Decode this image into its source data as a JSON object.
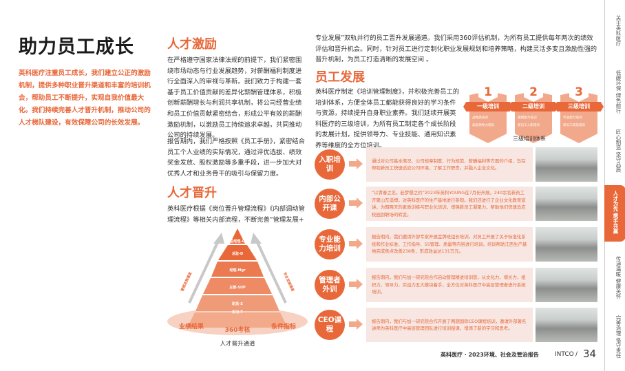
{
  "left": {
    "title": "助力员工成长",
    "intro": "英科医疗注重员工成长，我们建立公正的激励机制，提供多种职业晋升渠道和丰富的培训机会，帮助员工不断提升，实现自我价值最大化。我们持续完善人才晋升机制，推动公司的人才梯队建设，有效保障公司的长效发展。"
  },
  "incentive": {
    "heading": "人才激励",
    "p1": "在严格遵守国家法律法规的前提下，我们紧密围绕市场动态与行业发展趋势，对薪酬福利制度进行全面深入的审视与革新。我们致力于构建一套基于员工价值贡献的差异化薪酬管理体系，积极创新薪酬增长与利润共享机制，将公司经营业绩和员工价值贡献紧密结合，形成公平有效的薪酬激励机制，以激励员工持续追求卓越，共同推动公司的持续发展。",
    "p2": "报告期内，我们严格按照《员工手册》，紧密结合员工个人业绩的实际情况，通过评优选拔、绩效奖金发放、股权激励等多重手段，进一步加大对优秀人才和业务骨干的吸引与保留力度。"
  },
  "promotion": {
    "heading": "人才晋升",
    "p1": "英科医疗根据《岗位晋升管理流程》《内部调动管理流程》等相关内部流程，不断完善“管理发展+",
    "p1_cont": "专业发展”双轨并行的员工晋升发展通道。我们采用360评估机制，为所有员工提供每年两次的绩效评估和晋升机会。同时，针对员工进行定制化职业发展规划和培养策略，构建灵活多变且激励性强的晋升机制，为员工打造清晰的发展空间 。",
    "pyramid": {
      "levels": [
        "总经理-G",
        "总监-D",
        "经理-Mgr",
        "主管-SUP",
        "职员-S",
        "实习-T"
      ],
      "left_arrow": "管理发展通道",
      "right_arrow": "专业发展通道",
      "base": [
        "业绩结果",
        "360考核",
        "条件指标"
      ],
      "caption": "人才晋升通道"
    }
  },
  "development": {
    "heading": "员工发展",
    "p1": "英科医疗制定《培训管理制度》，并积极完善员工的培训体系，方便全体员工都能获得良好的学习条件与资源，持续提升自身职业素养。我们延续开展英科医疗的三级培训，为所有员工制定各个成长阶段的发展计划，提供领导力、专业技能、通用知识素养等维度的全方位培训。",
    "levels": [
      {
        "num": "1",
        "name": "一级培训",
        "items": [
          "战略类培训",
          "高层领导力培训"
        ]
      },
      {
        "num": "2",
        "name": "二级培训",
        "items": [
          "通用能力培训",
          "新员工入职培训"
        ]
      },
      {
        "num": "3",
        "name": "三级培训",
        "items": [
          "专业能力培训",
          "新员工岗前培训"
        ]
      }
    ],
    "levels_caption": "三级培训体系",
    "programs": [
      {
        "name": "入职培训",
        "text": "通过对公司基本情况、公司规章制度、行为规范、薪酬福利等方面的介绍，旨在帮助新员工快速适应公司环境，了解工作职责，并融入企业文化。"
      },
      {
        "name": "内部公开课",
        "text": "“以青春之名，赴梦想之约”2023年英科YOUNG在7月份开展。240余名新员工齐聚山东淄博，对英科医疗的生产基地进行参观。我们还进行了企业文化教育宣讲，为期两天的素质训练与职业化培训，增强新员工凝聚力，帮助他们快速适应校园到职场的转变。"
      },
      {
        "name": "专业能力培训",
        "text": "报告期内，我们邀请外部专家开展金牌班组长培训。对员工开展了关于标准化系统和作业标准、工作指导、5S管理、质量等内容进行培训。培训帮助江西生产基地完成焦点改善238条，形成效益达131万元。"
      },
      {
        "name": "管理者外训",
        "text": "报告期内，我们与加一研究院合作启动管理精进培训营，从文化力、增长力、组织力、领导力、实战力五大模块着手，全方位对英科医疗中高层管理者进行系统培训。"
      },
      {
        "name": "CEO课程",
        "text": "报告期内，我们与加一研究院合作开展了两期国际CEO课程培训，邀请外部著名讲师为英科医疗中高层管理团队进行培训授课，增添了新的学习和思考。"
      }
    ]
  },
  "sidebar": [
    "关于英科医疗",
    "低碳环保 绿色前行",
    "匠心制造 坚守品质",
    "人才为先 携手共赢",
    "传递温暖 健康关怀",
    "完善治理 恪守责任"
  ],
  "footer": {
    "report": "英科医疗 · 2023环境、社会及管治报告",
    "brand": "INTCO",
    "sep": "/",
    "page": "34"
  }
}
